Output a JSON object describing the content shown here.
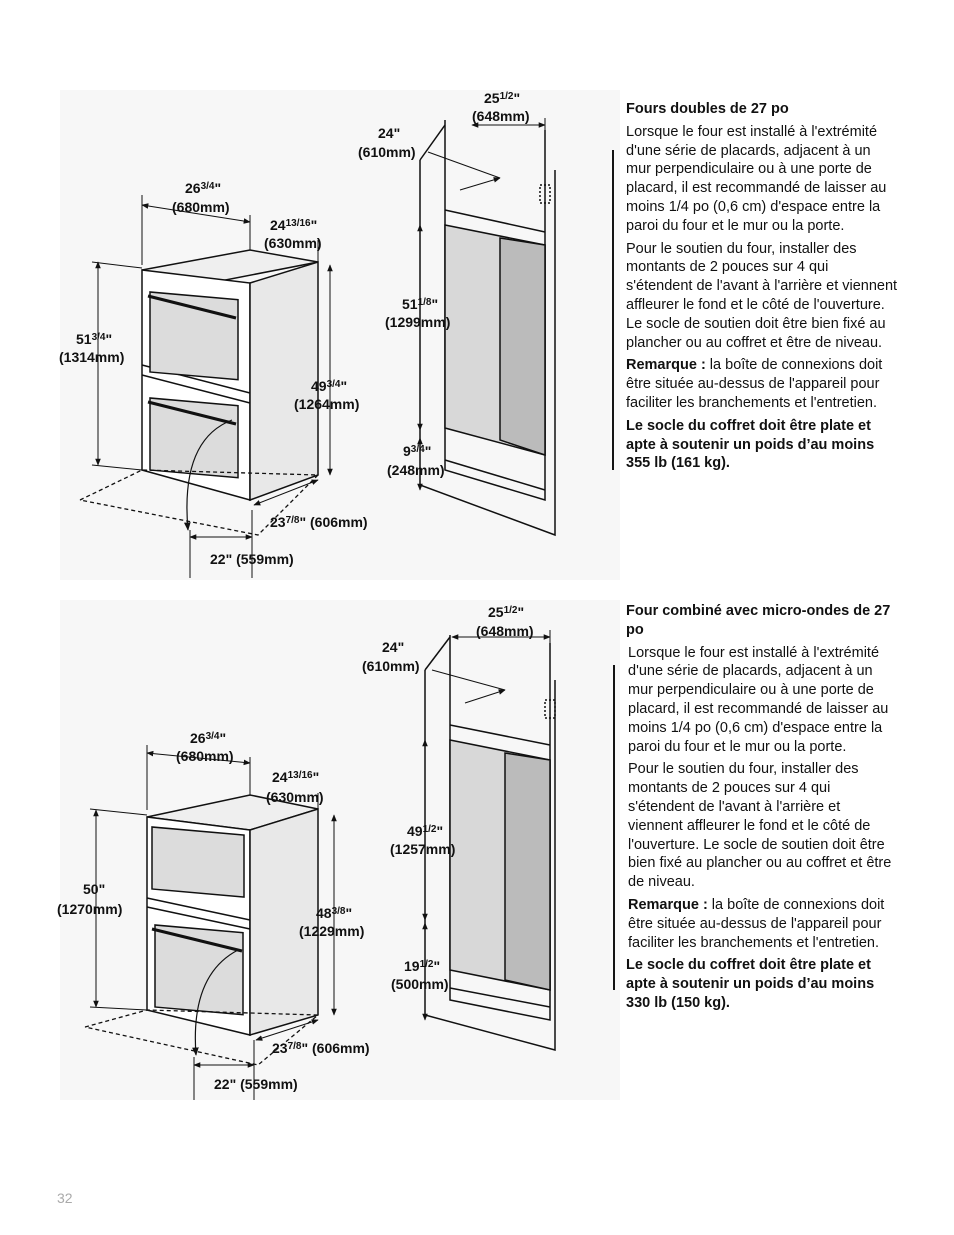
{
  "section1": {
    "title": "Fours doubles de 27 po",
    "p1": "Lorsque le four est installé à l'extrémité d'une série de placards, adjacent à un mur perpendiculaire ou à une porte de placard, il est recommandé de laisser au moins 1/4 po (0,6 cm) d'espace entre la paroi du four et le mur ou la porte.",
    "p2": "Pour le soutien du four, installer des montants de 2 pouces sur 4 qui s'étendent de l'avant à l'arrière et viennent affleurer le fond et le côté de l'ouverture. Le socle de soutien doit être bien fixé au plancher ou au coffret et être de niveau.",
    "note_label": "Remarque :",
    "note_text": " la boîte de connexions doit être située au-dessus de l'appareil pour faciliter les branchements et l'entretien.",
    "warning": "Le socle du coffret doit être plate et apte à soutenir un poids d’au moins 355 lb (161 kg).",
    "oven_dims": {
      "d1_in": "26",
      "d1_fr": "3/4",
      "d1_q": "\"",
      "d1_mm": "(680mm)",
      "d2_in": "24",
      "d2_fr": "13/16",
      "d2_q": "\"",
      "d2_mm": "(630mm)",
      "d3_in": "51",
      "d3_fr": "3/4",
      "d3_q": "\"",
      "d3_mm": "(1314mm)",
      "d4_in": "49",
      "d4_fr": "3/4",
      "d4_q": "\"",
      "d4_mm": "(1264mm)",
      "d5_in": "23",
      "d5_fr": "7/8",
      "d5_q": "\"",
      "d5_mm": "(606mm)",
      "d6_in": "22",
      "d6_q": "\"",
      "d6_mm": "(559mm)"
    },
    "cabinet_dims": {
      "c1_in": "25",
      "c1_fr": "1/2",
      "c1_q": "\"",
      "c1_mm": "(648mm)",
      "c2": "24\"",
      "c2_mm": "(610mm)",
      "c3_in": "51",
      "c3_fr": "1/8",
      "c3_q": "\"",
      "c3_mm": "(1299mm)",
      "c4_in": "9",
      "c4_fr": "3/4",
      "c4_q": "\"",
      "c4_mm": "(248mm)"
    }
  },
  "section2": {
    "title": "Four combiné avec micro-ondes de 27 po",
    "p1": "Lorsque le four est installé à l'extrémité d'une série de placards, adjacent à un mur perpendiculaire ou à une porte de placard, il est recommandé de laisser au moins 1/4 po (0,6 cm) d'espace entre la paroi du four et le mur ou la porte.",
    "p2": "Pour le soutien du four, installer des montants de 2 pouces sur 4 qui s'étendent de l'avant à l'arrière et viennent affleurer le fond et le côté de l'ouverture. Le socle de soutien doit être bien fixé au plancher ou au coffret et être de niveau.",
    "note_label": "Remarque :",
    "note_text": " la boîte de connexions doit être située au-dessus de l'appareil pour faciliter les branchements et l'entretien.",
    "warning": "Le socle du coffret doit être plate et apte à soutenir un poids d’au moins 330 lb (150 kg).",
    "oven_dims": {
      "d1_in": "26",
      "d1_fr": "3/4",
      "d1_q": "\"",
      "d1_mm": "(680mm)",
      "d2_in": "24",
      "d2_fr": "13/16",
      "d2_q": "\"",
      "d2_mm": "(630mm)",
      "d3": "50\"",
      "d3_mm": "(1270mm)",
      "d4_in": "48",
      "d4_fr": "3/8",
      "d4_q": "\"",
      "d4_mm": "(1229mm)",
      "d5_in": "23",
      "d5_fr": "7/8",
      "d5_q": "\"",
      "d5_mm": "(606mm)",
      "d6_in": "22",
      "d6_q": "\"",
      "d6_mm": "(559mm)"
    },
    "cabinet_dims": {
      "c1_in": "25",
      "c1_fr": "1/2",
      "c1_q": "\"",
      "c1_mm": "(648mm)",
      "c2": "24\"",
      "c2_mm": "(610mm)",
      "c3_in": "49",
      "c3_fr": "1/2",
      "c3_q": "\"",
      "c3_mm": "(1257mm)",
      "c4_in": "19",
      "c4_fr": "1/2",
      "c4_q": "\"",
      "c4_mm": "(500mm)"
    }
  },
  "page_number": "32"
}
